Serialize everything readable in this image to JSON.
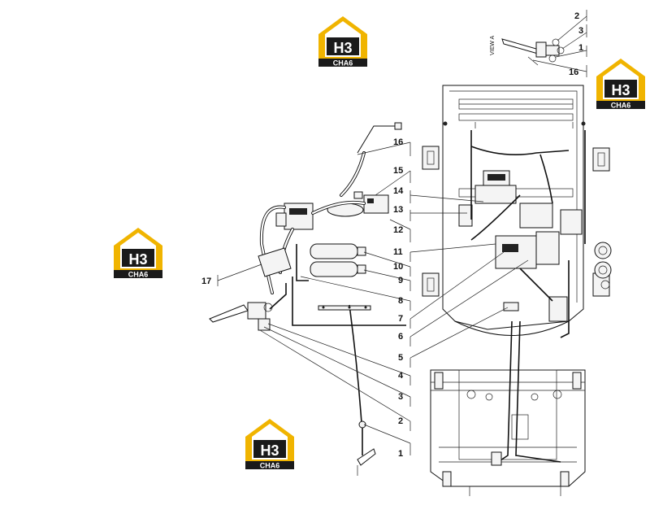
{
  "view_label": "VIEW A",
  "logo": {
    "name": "H3",
    "brand": "CHA6",
    "accent": "#f0b400",
    "dark": "#1a1a1a"
  },
  "callouts_left": [
    "16",
    "15",
    "14",
    "13",
    "12",
    "11",
    "10",
    "9",
    "8",
    "7",
    "6",
    "5",
    "4",
    "3",
    "2",
    "1"
  ],
  "callout_17": "17",
  "callouts_view": [
    "2",
    "3",
    "1",
    "16"
  ]
}
